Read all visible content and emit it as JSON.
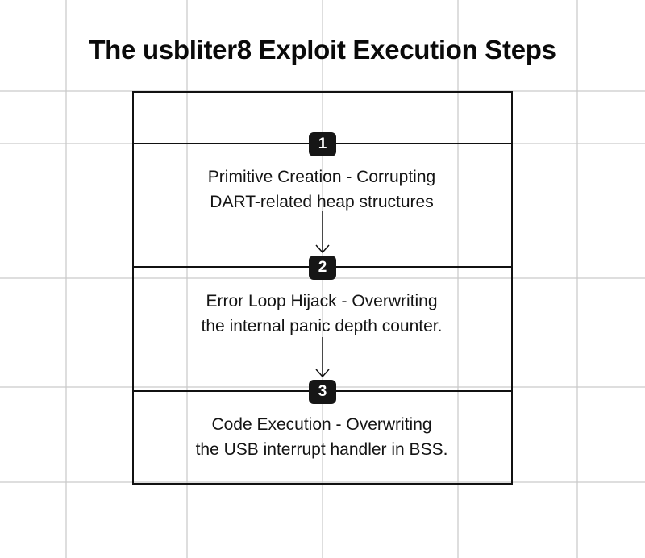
{
  "title": "The usbliter8 Exploit Execution Steps",
  "steps": [
    {
      "number": "1",
      "line1": "Primitive Creation - Corrupting",
      "line2": "DART-related heap structures"
    },
    {
      "number": "2",
      "line1": "Error Loop Hijack - Overwriting",
      "line2": "the internal panic depth counter."
    },
    {
      "number": "3",
      "line1": "Code Execution - Overwriting",
      "line2": "the USB interrupt handler in BSS."
    }
  ],
  "colors": {
    "grid": "#c9c9c9",
    "stroke": "#111111",
    "badge": "#161616",
    "badge_text": "#ffffff"
  }
}
